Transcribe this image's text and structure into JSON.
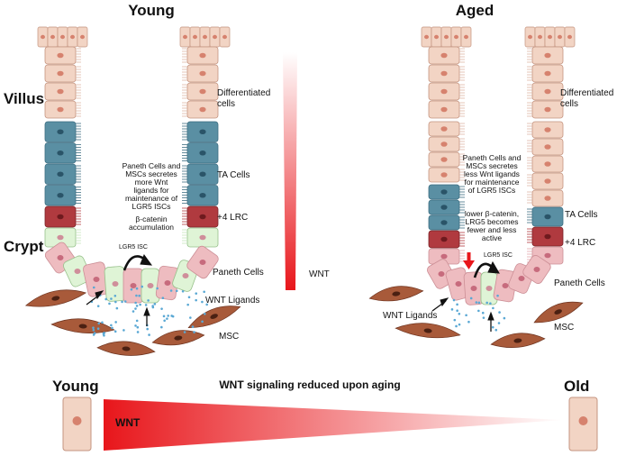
{
  "panels": {
    "young": {
      "title": "Young",
      "differentiated": [
        "Differentiated",
        "cells"
      ],
      "ta_cells": "TA Cells",
      "lrc": "+4 LRC",
      "paneth": "Paneth Cells",
      "wnt_ligands": "WNT Ligands",
      "msc": "MSC",
      "isc": "LGR5 ISC",
      "secretion_note": [
        "Paneth Cells and",
        "MSCs secretes",
        "more  Wnt",
        "ligands for",
        "maintenance of",
        "LGR5 ISCs"
      ],
      "catenin_note": [
        "β-catenin",
        "accumulation"
      ]
    },
    "aged": {
      "title": "Aged",
      "differentiated": [
        "Differentiated",
        "cells"
      ],
      "ta_cells": "TA Cells",
      "lrc": "+4 LRC",
      "paneth": "Paneth Cells",
      "wnt_ligands": "WNT Ligands",
      "msc": "MSC",
      "isc": "LGR5 ISC",
      "secretion_note": [
        "Paneth Cells and",
        "MSCs secretes",
        "less Wnt ligands",
        "for maintenance",
        "of  LGR5 ISCs"
      ],
      "catenin_note": [
        "lower β-catenin,",
        "LRG5 becomes",
        "fewer and less",
        "active"
      ]
    }
  },
  "regions": {
    "villus": "Villus",
    "crypt": "Crypt"
  },
  "wnt_gradient_label": "WNT",
  "bottom": {
    "young": "Young",
    "old": "Old",
    "title": "WNT signaling reduced upon aging",
    "wnt": "WNT"
  },
  "colors": {
    "diff_fill": "#f2d4c4",
    "diff_nucleus": "#d6826e",
    "ta_fill": "#5a8fa3",
    "ta_nucleus": "#2a5468",
    "lrc_fill": "#b03a3f",
    "lrc_nucleus": "#6e1a1e",
    "paneth_fill": "#eebcc0",
    "isc_fill": "#dff4d6",
    "msc_fill": "#a85a3a",
    "dot": "#5aa8d4",
    "wnt_red": "#e8161b"
  }
}
